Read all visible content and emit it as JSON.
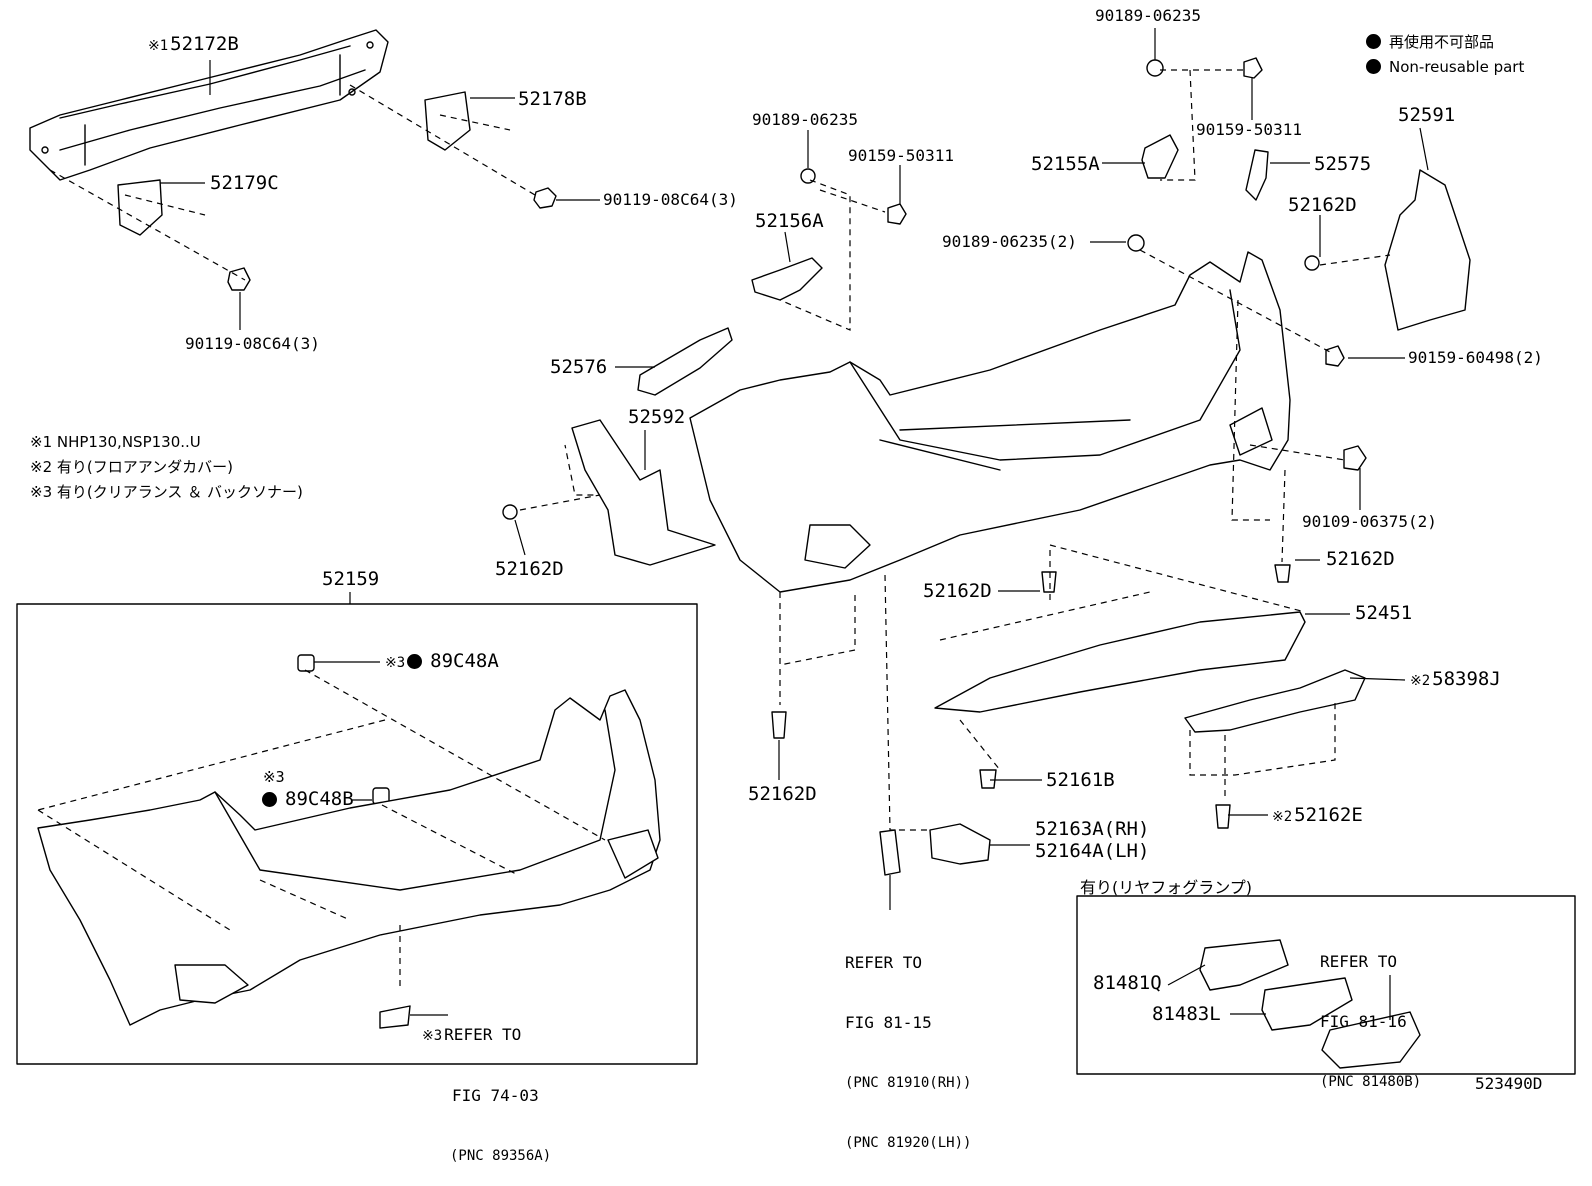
{
  "legend": {
    "items": [
      {
        "label": "再使用不可部品"
      },
      {
        "label": "Non-reusable part"
      }
    ]
  },
  "notes": [
    "※1 NHP130,NSP130..U",
    "※2 有り(フロアアンダカバー)",
    "※3 有り(クリアランス ＆ バックソナー)"
  ],
  "marks": {
    "m1": "※1",
    "m2": "※2",
    "m3": "※3",
    "dot": "●"
  },
  "parts": {
    "p52172B": "52172B",
    "p52178B": "52178B",
    "p52179C": "52179C",
    "p90119_08C64_a": "90119-08C64(3)",
    "p90119_08C64_b": "90119-08C64(3)",
    "p90189_06235_top": "90189-06235",
    "p90189_06235_mid": "90189-06235",
    "p90189_06235_2": "90189-06235(2)",
    "p90159_50311_a": "90159-50311",
    "p90159_50311_b": "90159-50311",
    "p52155A": "52155A",
    "p52575": "52575",
    "p52591": "52591",
    "p52162D_r1": "52162D",
    "p52156A": "52156A",
    "p52576": "52576",
    "p52592": "52592",
    "p52162D_l": "52162D",
    "p90159_60498": "90159-60498(2)",
    "p90109_06375": "90109-06375(2)",
    "p52162D_r2": "52162D",
    "p52162D_c": "52162D",
    "p52451": "52451",
    "p58398J": "58398J",
    "p52159": "52159",
    "p89C48A": "89C48A",
    "p89C48B": "89C48B",
    "p52162D_b": "52162D",
    "p52161B": "52161B",
    "p52162E": "52162E",
    "p52163A": "52163A(RH)",
    "p52164A": "52164A(LH)",
    "p81481Q": "81481Q",
    "p81483L": "81483L"
  },
  "refs": {
    "fig8115": {
      "l1": "REFER TO",
      "l2": "FIG 81-15",
      "l3": "(PNC 81910(RH))",
      "l4": "(PNC 81920(LH))"
    },
    "fig7403": {
      "l1": "REFER TO",
      "l2": "FIG 74-03",
      "l3": "(PNC 89356A)"
    },
    "fig8116": {
      "l1": "REFER TO",
      "l2": "FIG 81-16",
      "l3": "(PNC 81480B)"
    }
  },
  "fog_box_title": "有り(リヤフォグランプ)",
  "figure_id": "523490D"
}
